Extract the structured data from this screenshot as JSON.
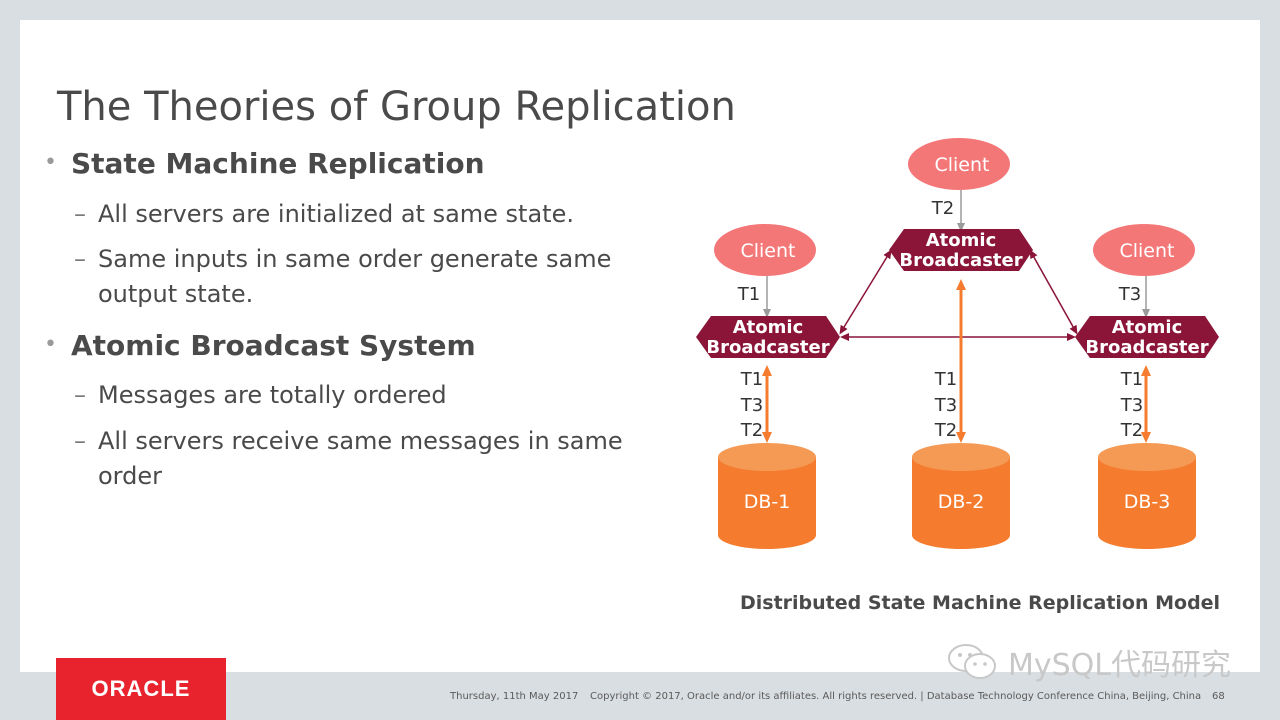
{
  "slide": {
    "title": "The Theories of Group Replication",
    "bullets": [
      {
        "label": "State Machine  Replication",
        "subs": [
          "All servers are initialized at same state.",
          "Same inputs in same order generate same output state."
        ]
      },
      {
        "label": "Atomic Broadcast System",
        "subs": [
          "Messages are totally ordered",
          "All servers receive same messages in same order"
        ]
      }
    ],
    "dash": "–",
    "dot": "•"
  },
  "diagram": {
    "clients": [
      "Client",
      "Client",
      "Client"
    ],
    "broadcaster_line1": "Atomic",
    "broadcaster_line2": "Broadcaster",
    "client_tx": [
      "T1",
      "T2",
      "T3"
    ],
    "order": [
      "T1",
      "T3",
      "T2"
    ],
    "databases": [
      "DB-1",
      "DB-2",
      "DB-3"
    ],
    "caption": "Distributed State Machine Replication Model",
    "colors": {
      "client_fill": "#f47778",
      "broadcaster_fill": "#8a1538",
      "db_fill": "#f57c2e",
      "db_top": "#f59a55",
      "arrow_orange": "#f57c2e",
      "arrow_maroon": "#8a1538"
    }
  },
  "footer": {
    "date": "Thursday, 11th May 2017",
    "copyright": "Copyright © 2017, Oracle and/or its affiliates. All rights reserved.  |  Database Technology Conference China, Beijing, China",
    "page": "68",
    "logo": "ORACLE",
    "watermark": "MySQL代码研究"
  }
}
